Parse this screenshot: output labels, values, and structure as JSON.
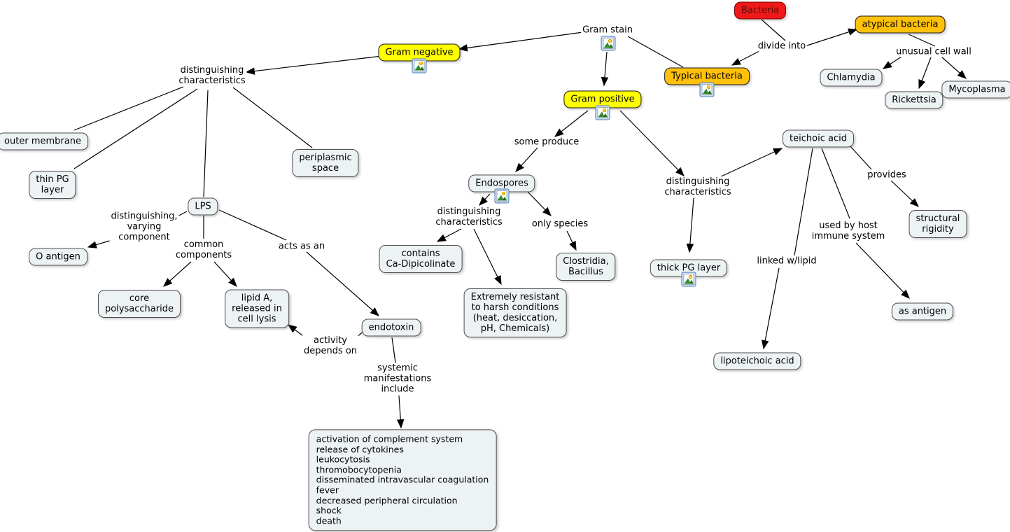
{
  "title": "Bacteria concept map",
  "colors": {
    "node_fill": "#edf3f4",
    "node_border": "#4d4d4d",
    "yellow": "#ffff00",
    "orange": "#ffc10a",
    "red": "#f01818",
    "line": "#000000"
  },
  "icons": {
    "resource": "image-resource-icon"
  },
  "nodes": {
    "bacteria": "Bacteria",
    "typical_bacteria": "Typical bacteria",
    "atypical_bacteria": "atypical bacteria",
    "gram_negative": "Gram negative",
    "gram_positive": "Gram positive",
    "chlamydia": "Chlamydia",
    "rickettsia": "Rickettsia",
    "mycoplasma": "Mycoplasma",
    "outer_membrane": "outer membrane",
    "thin_pg_layer": "thin PG\nlayer",
    "periplasmic_space": "periplasmic\nspace",
    "lps": "LPS",
    "o_antigen": "O antigen",
    "core_polysaccharide": "core\npolysaccharide",
    "lipid_a": "lipid A,\nreleased in\ncell lysis",
    "endotoxin": "endotoxin",
    "manifestations": "activation of complement system\nrelease of cytokines\nleukocytosis\nthromobocytopenia\ndisseminated intravascular coagulation\nfever\ndecreased peripheral circulation\nshock\ndeath",
    "endospores": "Endospores",
    "contains_ca_dipicolinate": "contains\nCa-Dipicolinate",
    "extremely_resistant": "Extremely resistant\nto harsh conditions\n(heat, desiccation,\npH, Chemicals)",
    "clostridia_bacillus": "Clostridia,\nBacillus",
    "thick_pg_layer": "thick PG layer",
    "teichoic_acid": "teichoic acid",
    "structural_rigidity": "structural\nrigidity",
    "as_antigen": "as antigen",
    "lipoteichoic_acid": "lipoteichoic acid"
  },
  "links": {
    "gram_stain": "Gram stain",
    "divide_into": "divide into",
    "unusual_cell_wall": "unusual cell wall",
    "dist_char_left": "distinguishing\ncharacteristics",
    "dist_varying": "distinguishing,\nvarying\ncomponent",
    "common_components": "common\ncomponents",
    "acts_as_an": "acts as an",
    "activity_depends": "activity\ndepends on",
    "systemic_manifestations": "systemic\nmanifestations\ninclude",
    "some_produce": "some produce",
    "dist_char_endospores": "distinguishing\ncharacteristics",
    "only_species": "only species",
    "dist_char_gram_positive": "distinguishing\ncharacteristics",
    "provides": "provides",
    "used_by_host": "used by host\nimmune system",
    "linked_w_lipid": "linked w/lipid"
  }
}
